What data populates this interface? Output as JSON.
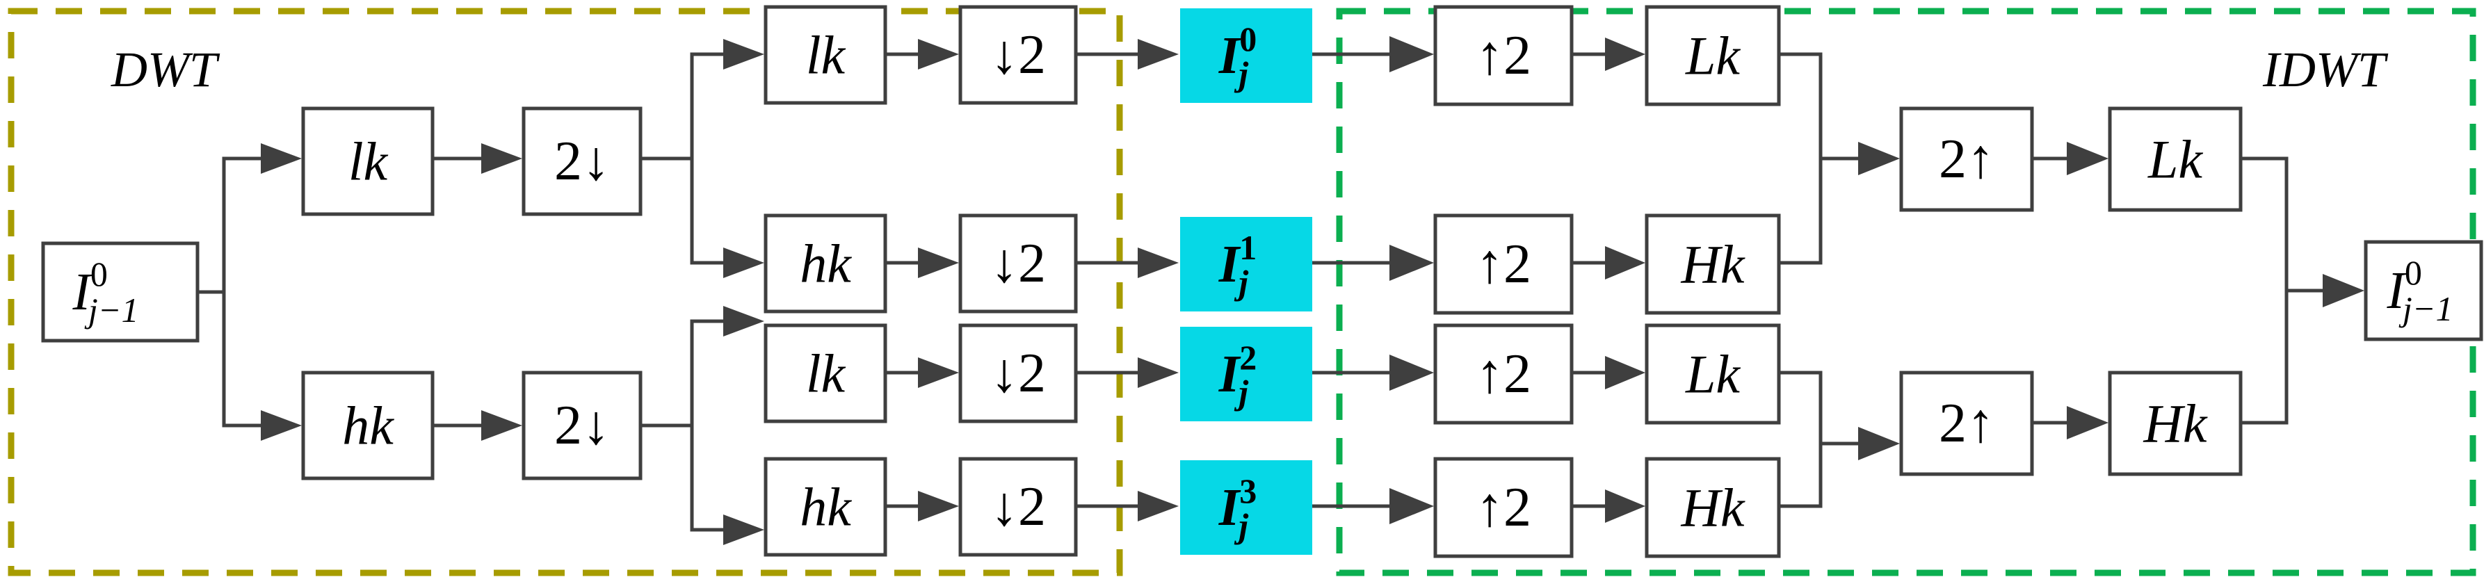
{
  "diagram": {
    "title": "DWT / IDWT two-level filter bank block diagram",
    "colors": {
      "olive_dashed_border": "#A79C00",
      "green_dashed_border": "#0BAF50",
      "subband_fill": "#06D8E6",
      "box_stroke": "#3f3f3f",
      "wire": "#3f3f3f",
      "background": "#ffffff"
    }
  },
  "sections": {
    "dwt": {
      "label": "DWT"
    },
    "idwt": {
      "label": "IDWT"
    }
  },
  "input": {
    "var": "I",
    "sup": "0",
    "sub": "j−1"
  },
  "output": {
    "var": "I",
    "sup": "0",
    "sub": "j−1"
  },
  "dwt_stage1": [
    {
      "filter": "lk",
      "decimator": "2↓"
    },
    {
      "filter": "hk",
      "decimator": "2↓"
    }
  ],
  "dwt_stage2": [
    {
      "filter": "lk",
      "decimator": "↓2"
    },
    {
      "filter": "hk",
      "decimator": "↓2"
    },
    {
      "filter": "lk",
      "decimator": "↓2"
    },
    {
      "filter": "hk",
      "decimator": "↓2"
    }
  ],
  "subbands": [
    {
      "var": "I",
      "sup": "0",
      "sub": "j"
    },
    {
      "var": "I",
      "sup": "1",
      "sub": "j"
    },
    {
      "var": "I",
      "sup": "2",
      "sub": "j"
    },
    {
      "var": "I",
      "sup": "3",
      "sub": "j"
    }
  ],
  "idwt_stage1": [
    {
      "interpolator": "↑2",
      "filter": "Lk"
    },
    {
      "interpolator": "↑2",
      "filter": "Hk"
    },
    {
      "interpolator": "↑2",
      "filter": "Lk"
    },
    {
      "interpolator": "↑2",
      "filter": "Hk"
    }
  ],
  "idwt_stage2": [
    {
      "interpolator": "2↑",
      "filter": "Lk"
    },
    {
      "interpolator": "2↑",
      "filter": "Hk"
    }
  ]
}
